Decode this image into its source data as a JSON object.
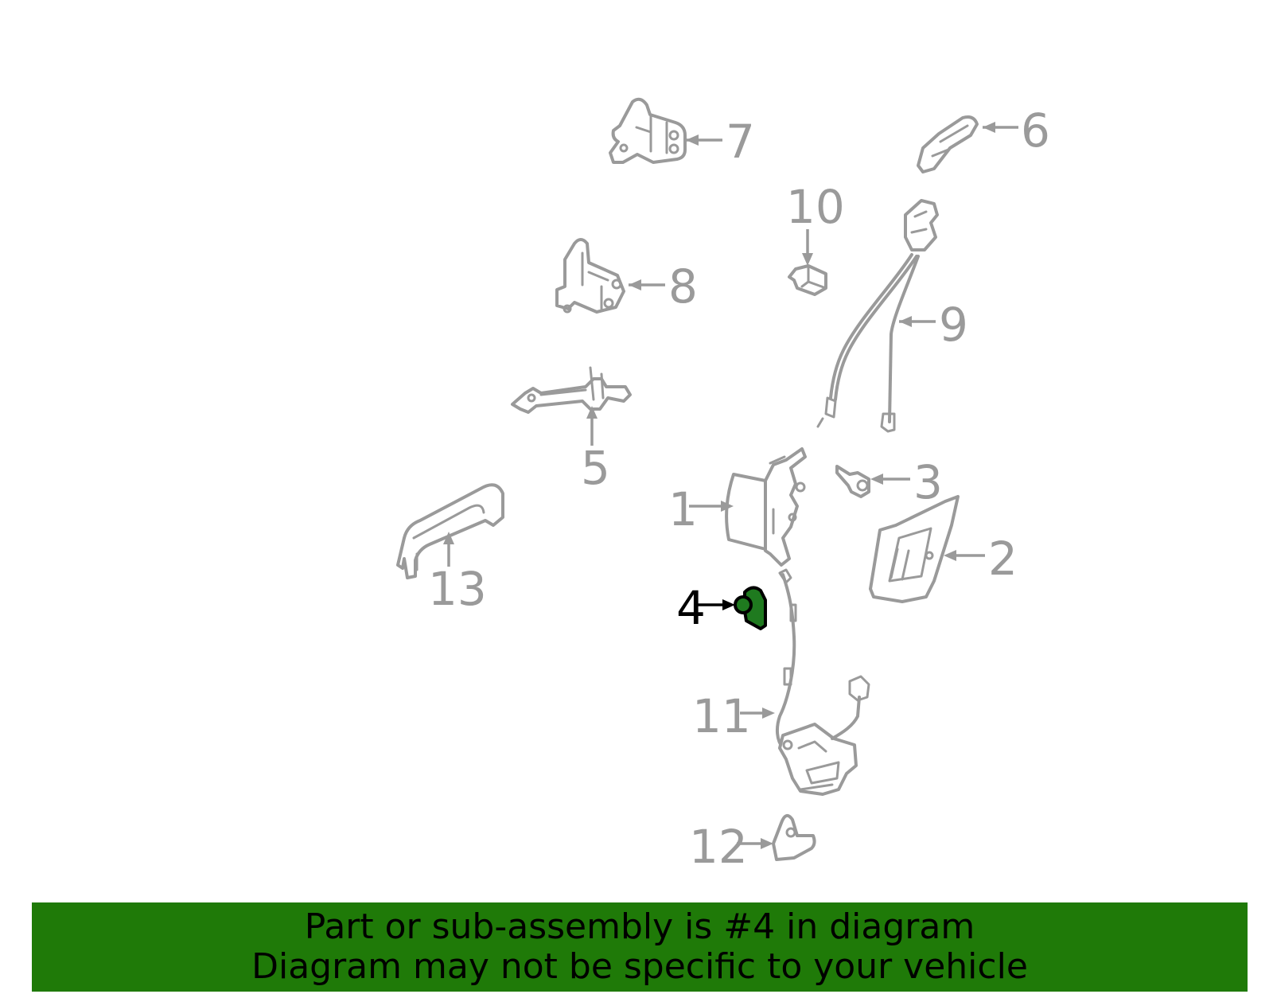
{
  "diagram": {
    "highlight_color": "#1f7a1f",
    "highlighted_part": "4",
    "callouts": [
      "1",
      "2",
      "3",
      "4",
      "5",
      "6",
      "7",
      "8",
      "9",
      "10",
      "11",
      "12",
      "13"
    ]
  },
  "banner": {
    "background": "#1f7a08",
    "line1": "Part or sub-assembly is #4 in diagram",
    "line2": "Diagram may not be specific to your vehicle"
  }
}
